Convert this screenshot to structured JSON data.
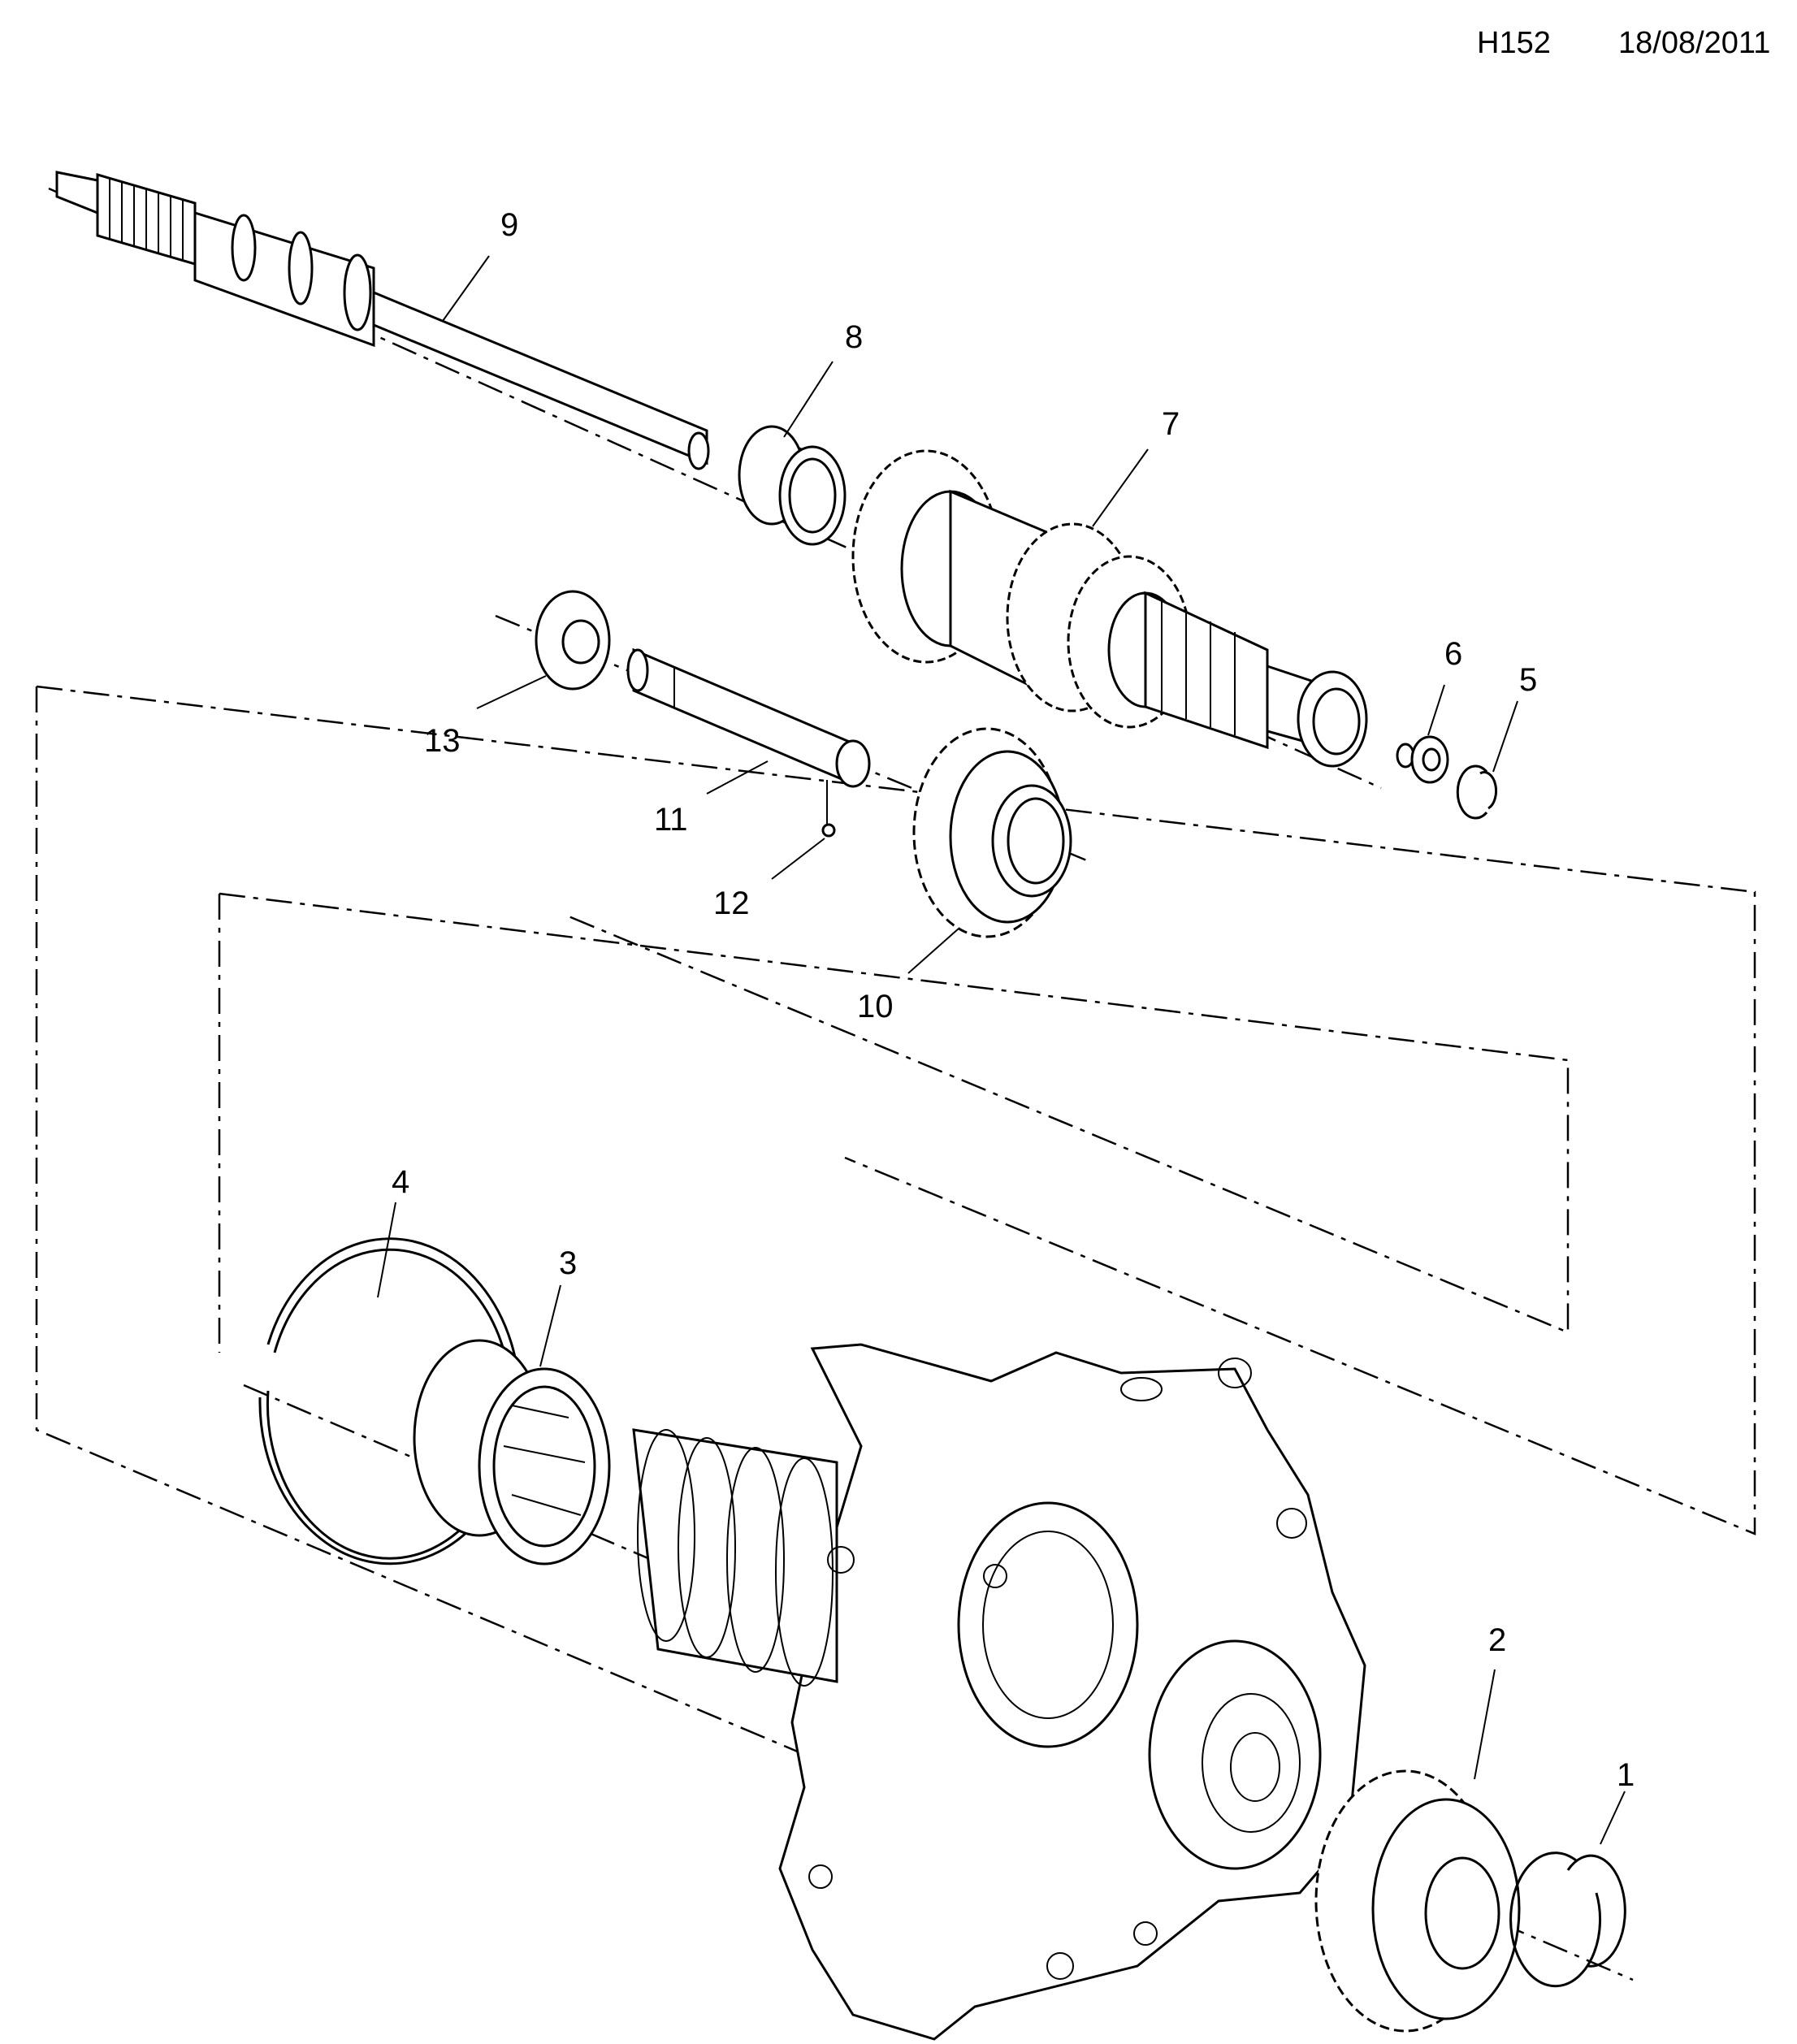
{
  "header": {
    "code": "H152",
    "date": "18/08/2011"
  },
  "callouts": [
    {
      "id": "1",
      "label": "1"
    },
    {
      "id": "2",
      "label": "2"
    },
    {
      "id": "3",
      "label": "3"
    },
    {
      "id": "4",
      "label": "4"
    },
    {
      "id": "5",
      "label": "5"
    },
    {
      "id": "6",
      "label": "6"
    },
    {
      "id": "7",
      "label": "7"
    },
    {
      "id": "8",
      "label": "8"
    },
    {
      "id": "9",
      "label": "9"
    },
    {
      "id": "10",
      "label": "10"
    },
    {
      "id": "11",
      "label": "11"
    },
    {
      "id": "12",
      "label": "12"
    },
    {
      "id": "13",
      "label": "13"
    }
  ]
}
